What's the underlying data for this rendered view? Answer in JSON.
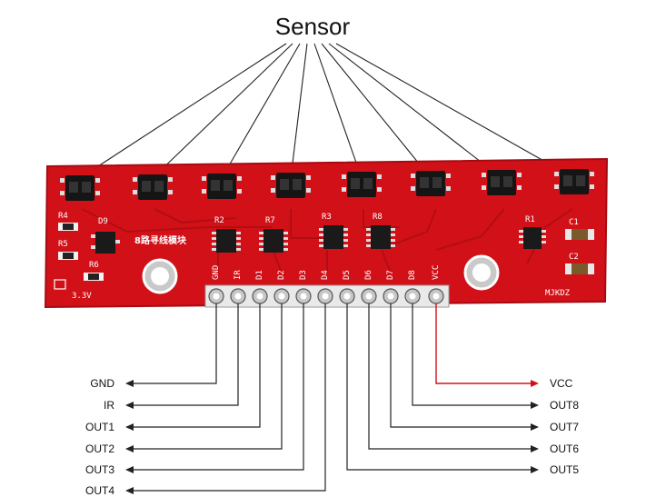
{
  "title": "Sensor",
  "board": {
    "chinese_title": "8路寻线模块",
    "brand": "MJKDZ",
    "voltage": "3.3V",
    "components": {
      "r4": "R4",
      "r5": "R5",
      "r6": "R6",
      "d9": "D9",
      "r2": "R2",
      "r7": "R7",
      "r3": "R3",
      "r8": "R8",
      "r1": "R1",
      "c1": "C1",
      "c2": "C2"
    },
    "pins": [
      "GND",
      "IR",
      "D1",
      "D2",
      "D3",
      "D4",
      "D5",
      "D6",
      "D7",
      "D8",
      "VCC"
    ]
  },
  "outputs_left": [
    "GND",
    "IR",
    "OUT1",
    "OUT2",
    "OUT3",
    "OUT4"
  ],
  "outputs_right": [
    "VCC",
    "OUT8",
    "OUT7",
    "OUT6",
    "OUT5"
  ],
  "colors": {
    "pcb": "#d21018",
    "pcb_dark": "#a50c12",
    "line": "#222222",
    "vcc_line": "#d21018"
  }
}
